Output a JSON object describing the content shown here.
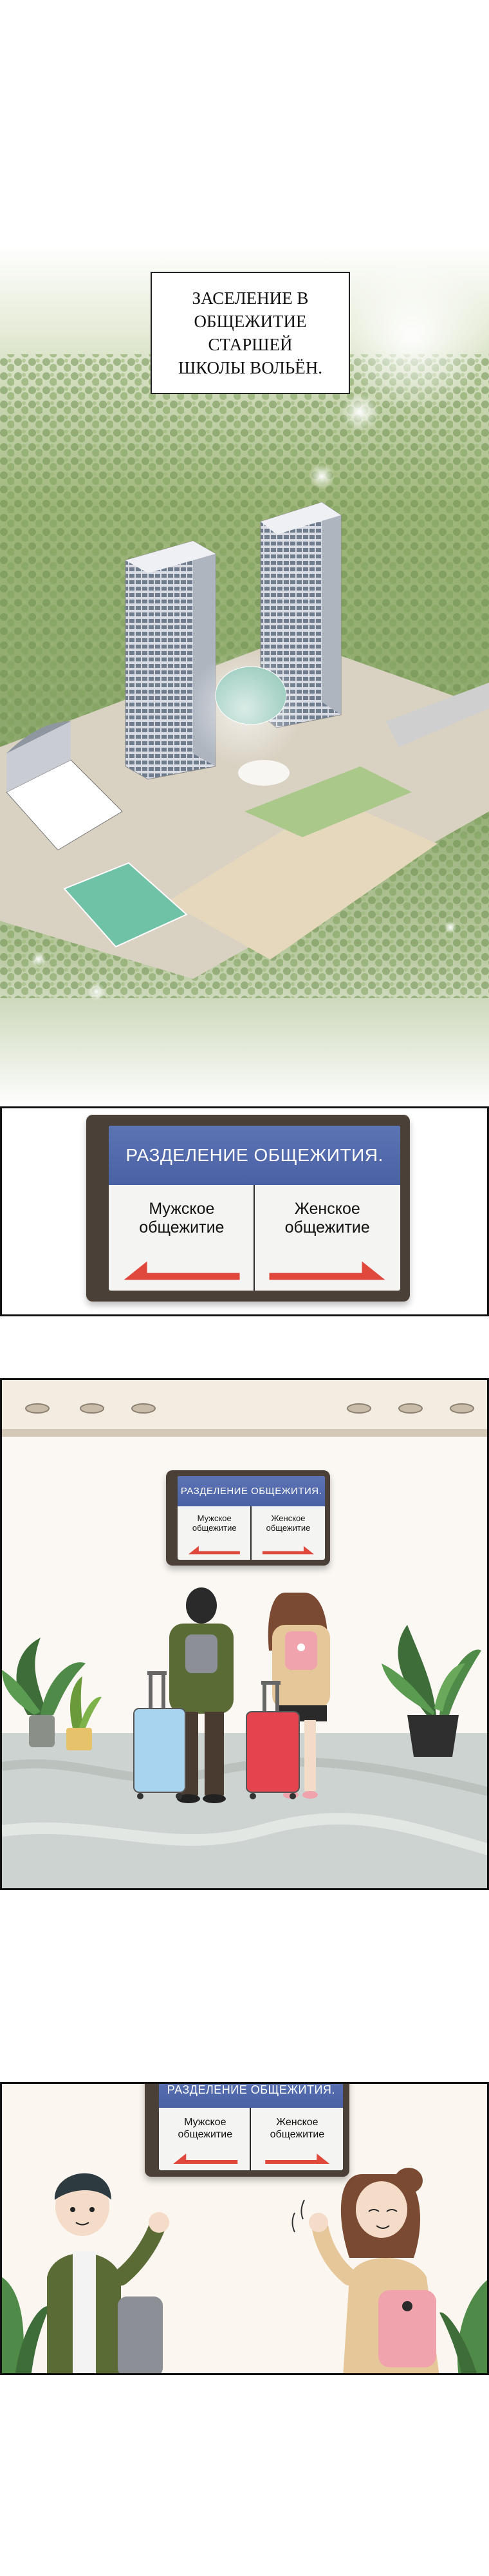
{
  "caption": {
    "text": "ЗАСЕЛЕНИЕ В\nОБЩЕЖИТИЕ СТАРШЕЙ\nШКОЛЫ ВОЛЬЁН."
  },
  "dorm_sign": {
    "header": "РАЗДЕЛЕНИЕ ОБЩЕЖИТИЯ.",
    "male_label": "Мужское\nобщежитие",
    "female_label": "Женское\nобщежитие",
    "frame_color": "#4a4038",
    "header_color": "#4f67a8",
    "arrow_color": "#e0483c"
  },
  "colors": {
    "grass": "#8aa66a",
    "luggage_blue": "#a9d4ef",
    "luggage_red": "#e5444f",
    "backpack_pink": "#f0a2ad"
  }
}
